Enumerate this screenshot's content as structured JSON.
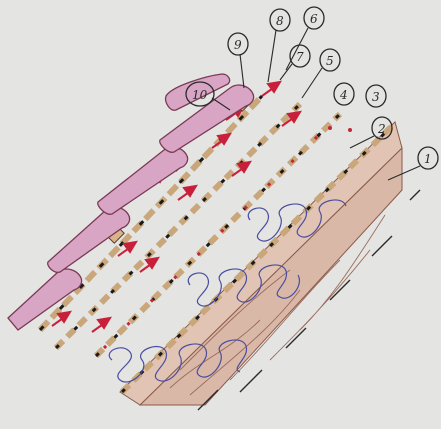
{
  "diagram": {
    "callouts": [
      {
        "id": "1",
        "label": "1"
      },
      {
        "id": "2",
        "label": "2"
      },
      {
        "id": "3",
        "label": "3"
      },
      {
        "id": "4",
        "label": "4"
      },
      {
        "id": "5",
        "label": "5"
      },
      {
        "id": "6",
        "label": "6"
      },
      {
        "id": "7",
        "label": "7"
      },
      {
        "id": "8",
        "label": "8"
      },
      {
        "id": "9",
        "label": "9"
      },
      {
        "id": "10",
        "label": "10"
      }
    ],
    "colors": {
      "background": "#e4e4e2",
      "rafter_wood": "#d9b8a8",
      "wood_grain": "#9a6a5a",
      "insulation_loops": "#4a4ea0",
      "membrane_dash_black": "#1a1a1a",
      "membrane_dash_red": "#c0283a",
      "airflow_arrow": "#c8203a",
      "roof_tile": "#d8a6c4",
      "tile_outline": "#7a3a55",
      "batten": "#c9a77a",
      "outline": "#2a2a2a"
    }
  }
}
